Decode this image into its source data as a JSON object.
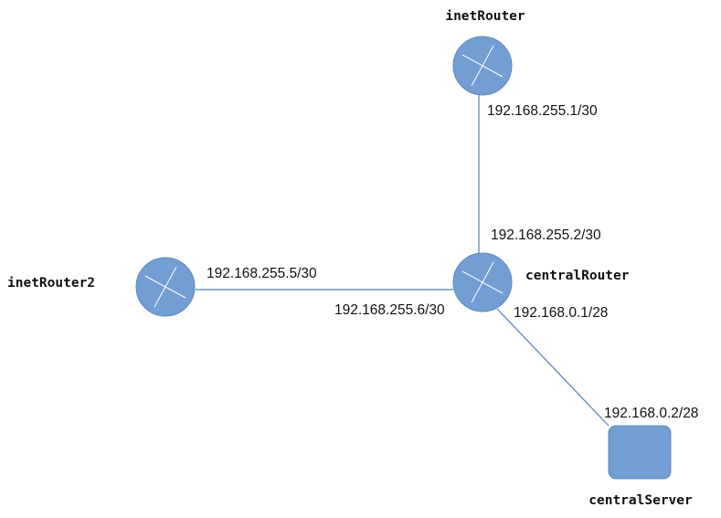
{
  "colors": {
    "node_fill": "#739ed3",
    "node_stroke": "#5f89be",
    "link": "#4f7db8"
  },
  "nodes": {
    "inet_router": {
      "label": "inetRouter",
      "icon": "router-icon"
    },
    "inet_router2": {
      "label": "inetRouter2",
      "icon": "router-icon"
    },
    "central_router": {
      "label": "centralRouter",
      "icon": "router-icon"
    },
    "central_server": {
      "label": "centralServer",
      "icon": "server-icon"
    }
  },
  "links": {
    "inet_to_central": {
      "ip_a": "192.168.255.1/30",
      "ip_b": "192.168.255.2/30"
    },
    "inet2_to_central": {
      "ip_a": "192.168.255.5/30",
      "ip_b": "192.168.255.6/30"
    },
    "central_to_server": {
      "ip_a": "192.168.0.1/28",
      "ip_b": "192.168.0.2/28"
    }
  }
}
